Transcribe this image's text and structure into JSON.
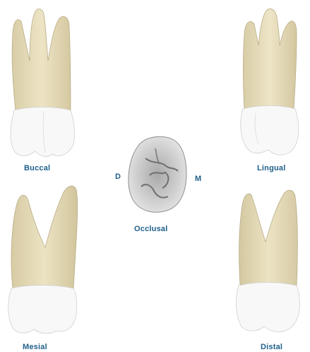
{
  "views": {
    "buccal": {
      "label": "Buccal"
    },
    "lingual": {
      "label": "Lingual"
    },
    "mesial": {
      "label": "Mesial"
    },
    "distal": {
      "label": "Distal"
    },
    "occlusal": {
      "label": "Occlusal",
      "left_marker": "D",
      "right_marker": "M"
    }
  },
  "colors": {
    "label": "#1f5f8b",
    "root": "#e9dfbd",
    "crown": "#f7f7f7",
    "occlusal": "#c8c8c8"
  }
}
